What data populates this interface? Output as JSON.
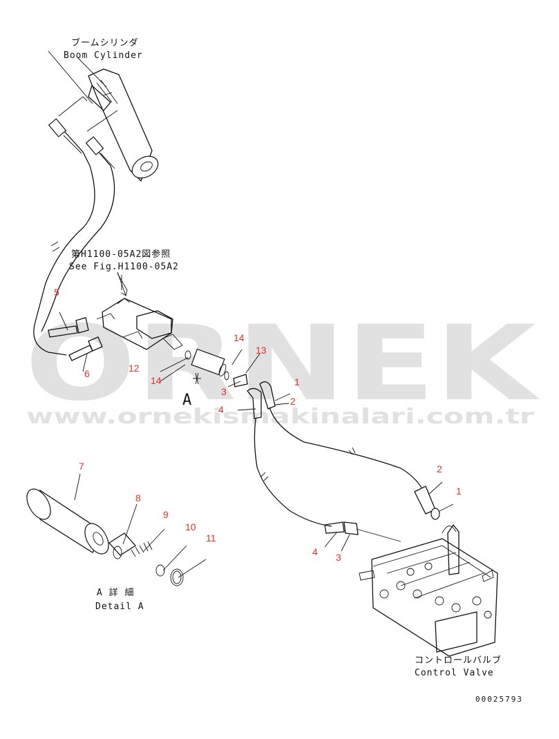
{
  "labels": {
    "boom_cylinder_jp": "ブームシリンダ",
    "boom_cylinder_en": "Boom Cylinder",
    "see_fig_jp": "第H1100-05A2図参照",
    "see_fig_en": "See Fig.H1100-05A2",
    "view_a": "A",
    "detail_jp": "A 詳 細",
    "detail_en": "Detail A",
    "control_valve_jp": "コントロールバルブ",
    "control_valve_en": "Control Valve",
    "drawing_number": "00025793"
  },
  "watermark": {
    "brand": "ORNEK",
    "url": "www.ornekismakinalari.com.tr",
    "color": "#c9c9c9"
  },
  "callouts": {
    "n1a": "1",
    "n2a": "2",
    "n3a": "3",
    "n4a": "4",
    "n5": "5",
    "n6": "6",
    "n12": "12",
    "n13": "13",
    "n14a": "14",
    "n14b": "14",
    "n2b": "2",
    "n1b": "1",
    "n4b": "4",
    "n3b": "3",
    "n7": "7",
    "n8": "8",
    "n9": "9",
    "n10": "10",
    "n11": "11"
  },
  "callout_color": "#e0312b"
}
